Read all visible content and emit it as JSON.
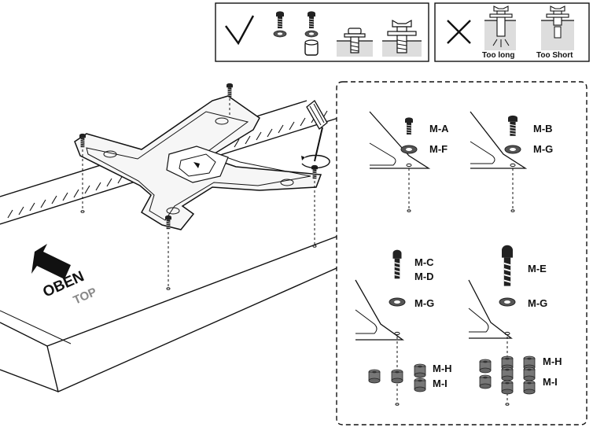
{
  "warning": {
    "too_long": "Too long",
    "too_short": "Too Short"
  },
  "tv": {
    "oben": "OBEN",
    "top": "TOP"
  },
  "callouts": {
    "m_a": "M-A",
    "m_f": "M-F",
    "m_b": "M-B",
    "m_g_1": "M-G",
    "m_c": "M-C",
    "m_d": "M-D",
    "m_g_2": "M-G",
    "m_h_1": "M-H",
    "m_i_1": "M-I",
    "m_e": "M-E",
    "m_g_3": "M-G",
    "m_h_2": "M-H",
    "m_i_2": "M-I"
  }
}
